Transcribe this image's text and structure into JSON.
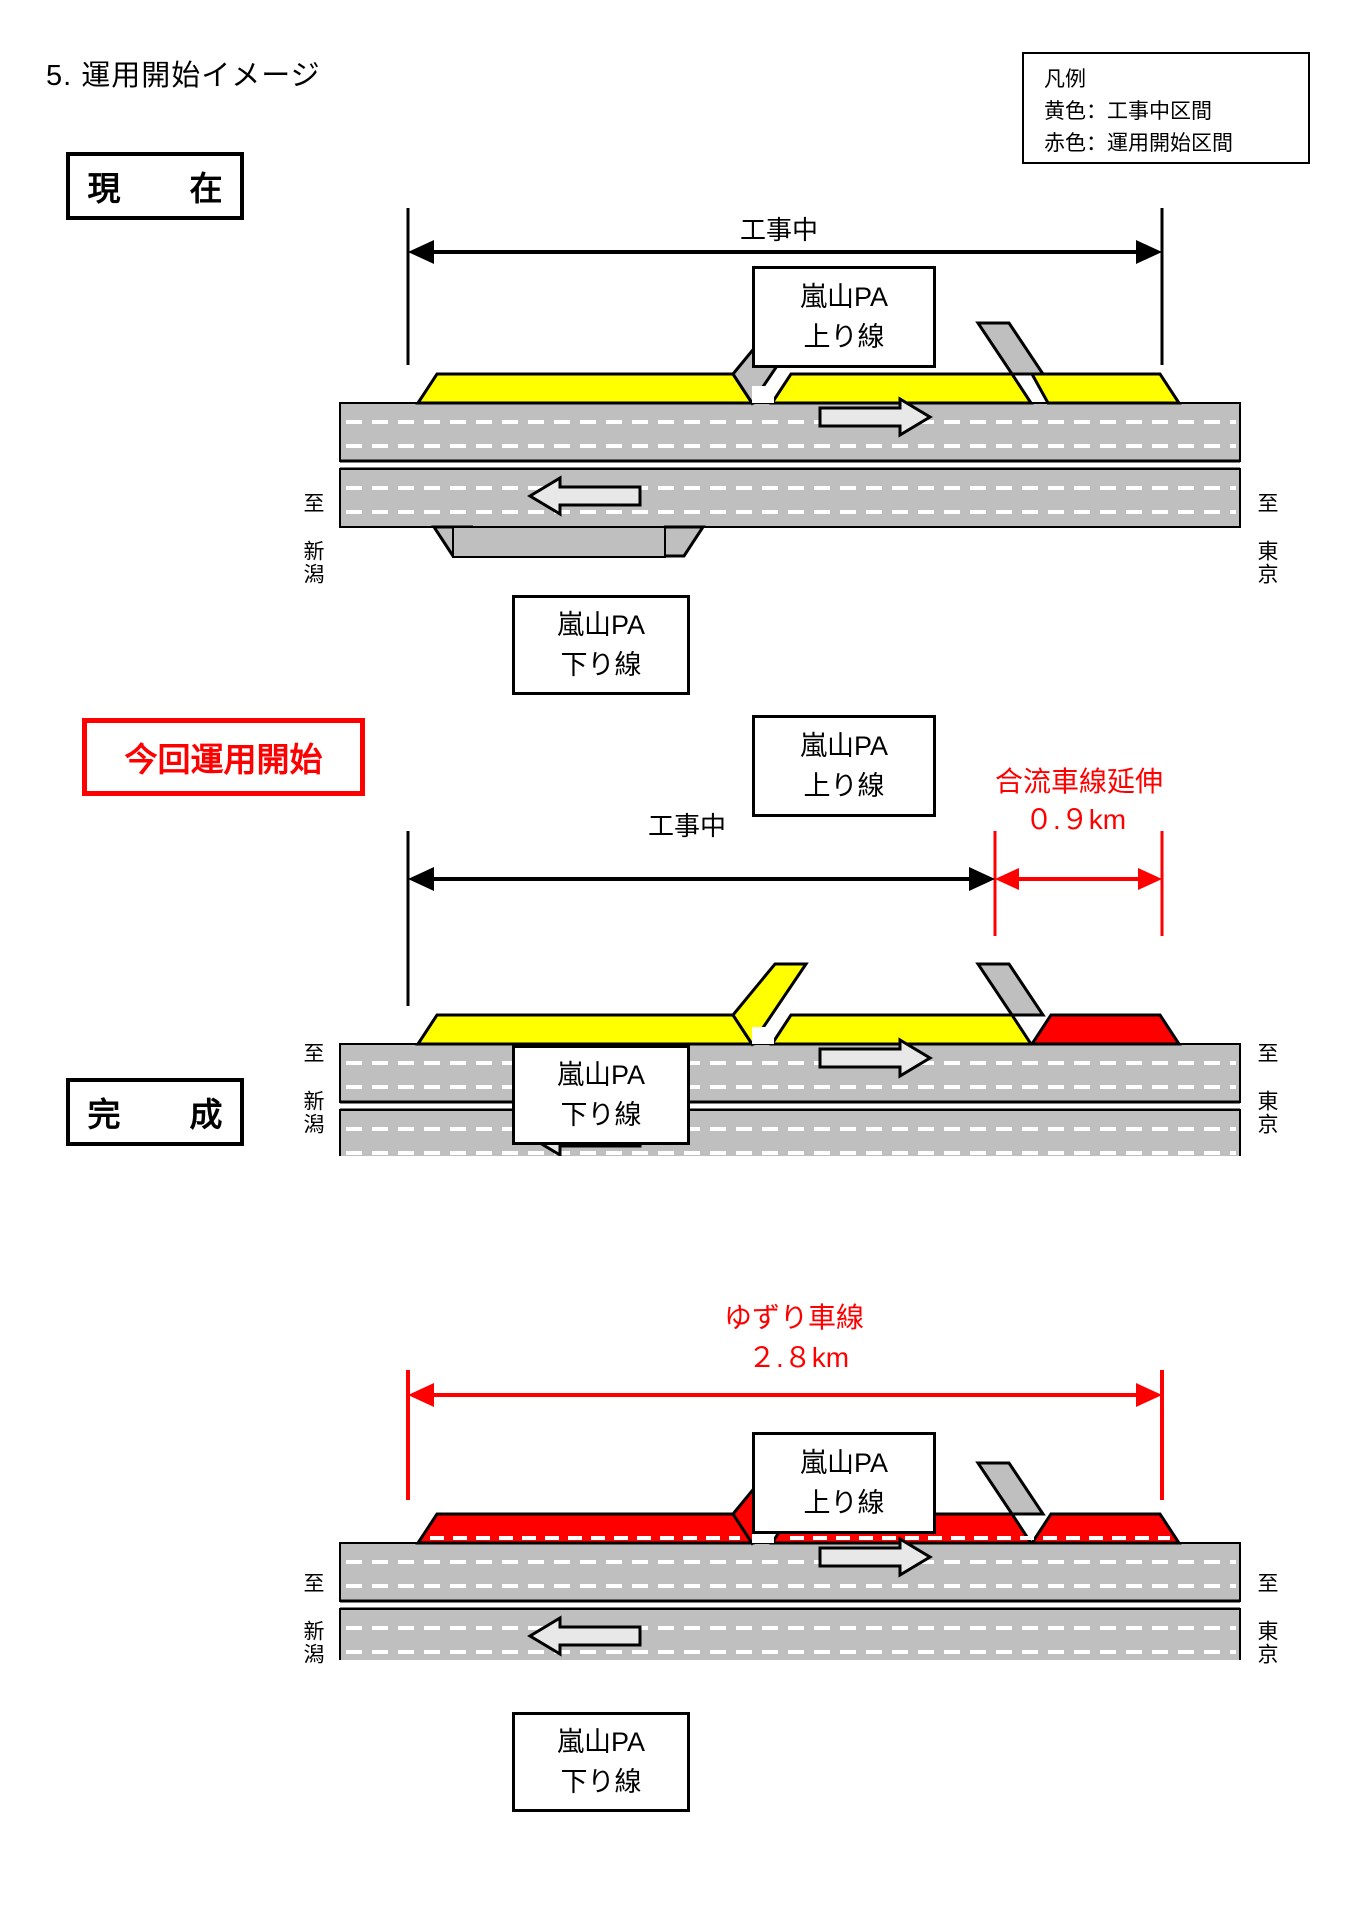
{
  "page": {
    "title": "5. 運用開始イメージ"
  },
  "legend": {
    "heading": "凡例",
    "items": [
      "黄色：工事中区間",
      "赤色：運用開始区間"
    ],
    "yellow_color": "#ffff00",
    "red_color": "#ff0000"
  },
  "direction_labels": {
    "left": "至 新潟",
    "right": "至 東京"
  },
  "pa_up": {
    "line1": "嵐山PA",
    "line2": "上り線"
  },
  "pa_down": {
    "line1": "嵐山PA",
    "line2": "下り線"
  },
  "sections": [
    {
      "stage_label": "現　在",
      "dimension_label": "工事中",
      "red_label_1": "",
      "red_label_2": ""
    },
    {
      "stage_label": "今回運用開始",
      "dimension_label": "工事中",
      "red_label_1": "合流車線延伸",
      "red_label_2": "０.９km"
    },
    {
      "stage_label": "完　成",
      "dimension_label": "",
      "red_label_1": "ゆずり車線",
      "red_label_2": "２.８km"
    }
  ],
  "colors": {
    "road_gray": "#bfbfbf",
    "ramp_gray": "#bfbfbf",
    "construction_yellow": "#ffff00",
    "open_red": "#ff0000",
    "outline": "#000000",
    "lane_dash": "#ffffff"
  }
}
